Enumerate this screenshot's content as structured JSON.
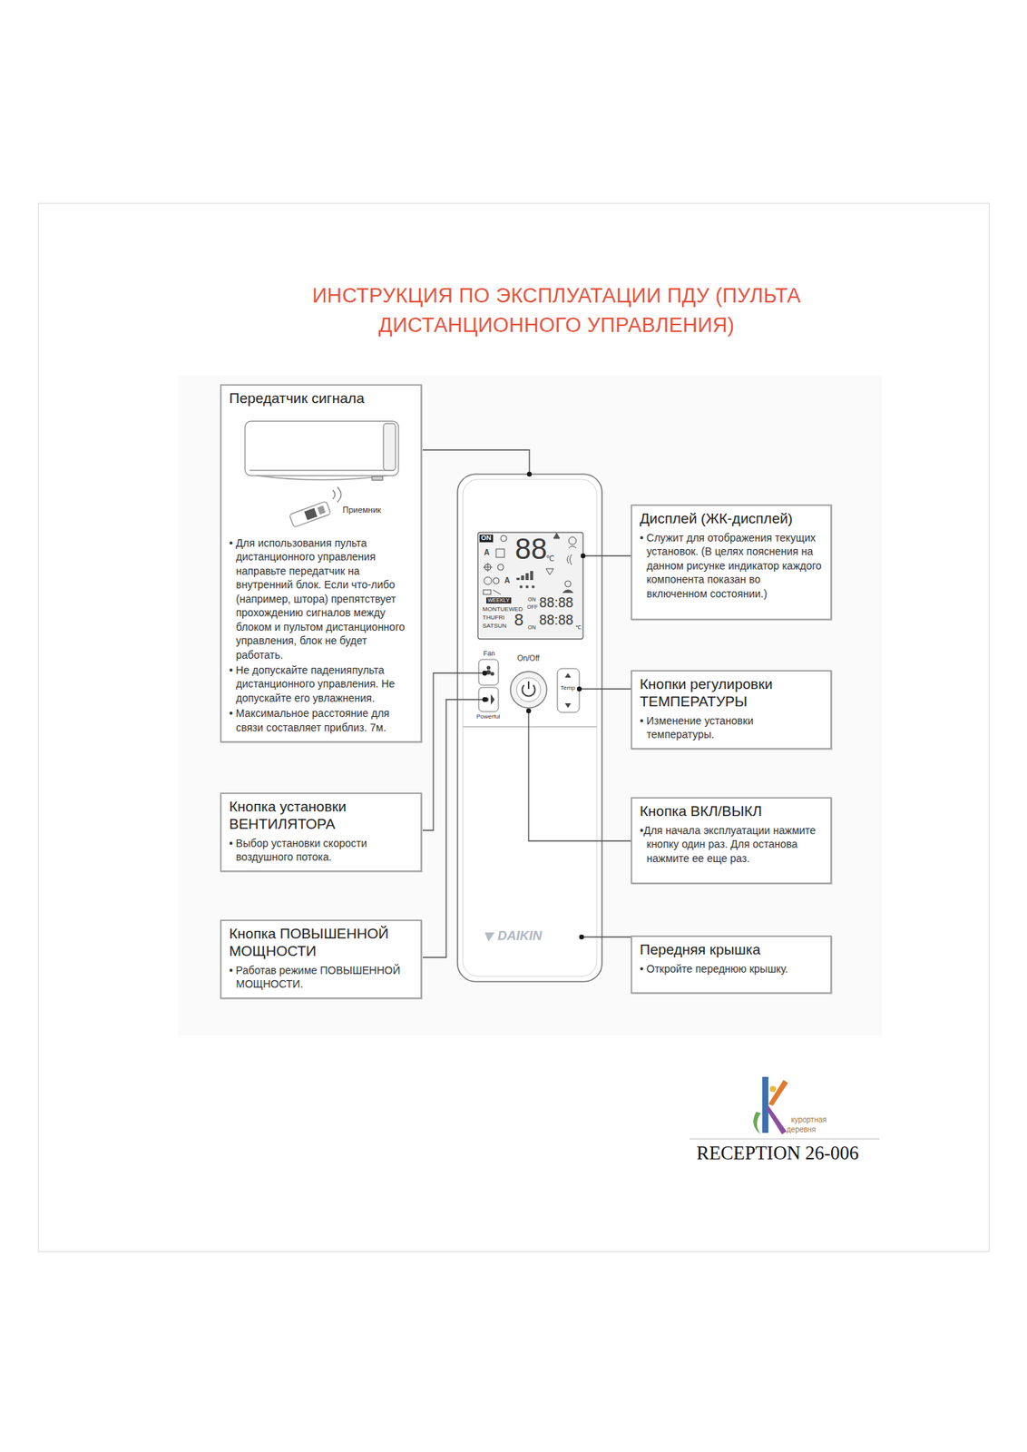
{
  "diagram": {
    "title": "ИНСТРУКЦИЯ ПО ЭКСПЛУАТАЦИИ ПДУ (ПУЛЬТА ДИСТАНЦИОННОГО УПРАВЛЕНИЯ)",
    "nodes": [
      {
        "text": [
          "Передатчик сигнала",
          "• Для использования пульта дистанционного управления направьте передатчик на внутренний блок. Если что-либо (например, штора) препятствует прохождению сигналов между блоком и пультом дистанционного управления, блок не будет работать.",
          "• Не допускайте паденияпульта дистанционного управления. Не допускайте его увлажнения.",
          "• Максимальное расстояние для связи составляет приблиз. 7м."
        ]
      },
      {
        "text": [
          "Кнопка установки ВЕНТИЛЯТОРА",
          "• Выбор установки скорости воздушного потока."
        ]
      },
      {
        "text": [
          "Кнопка ПОВЫШЕННОЙ МОЩНОСТИ",
          "• Работав режиме ПОВЫШЕННОЙ МОЩНОСТИ."
        ]
      },
      {
        "text": [
          "Дисплей (ЖК-дисплей)",
          "• Служит для отображения текущих установок. (В целях пояснения на данном рисунке индикатор каждого компонента показан во включенном состоянии.)"
        ]
      },
      {
        "text": [
          "Кнопки регулировки ТЕМПЕРАТУРЫ",
          "• Изменение установки температуры."
        ]
      },
      {
        "text": [
          "Кнопка ВКЛ/ВЫКЛ",
          "•Для начала эксплуатации нажмите кнопку один раз. Для останова нажмите ее еще раз."
        ]
      },
      {
        "text": [
          "Передняя крышка",
          "• Откройте переднюю крышку."
        ]
      }
    ],
    "labels": [
      "Приемник",
      "ON",
      "A",
      "88",
      "℃",
      "A",
      "WEEKLY",
      "MONTUEWED",
      "THUFRI",
      "SATSUN",
      "ON",
      "OFF",
      "88:88",
      "8",
      "ON",
      "88:88",
      "℃",
      "Fan",
      "On/Off",
      "Powerful",
      "Temp",
      "DAIKIN",
      "курортная",
      "деревня",
      "RECEPTION 26-006"
    ]
  }
}
